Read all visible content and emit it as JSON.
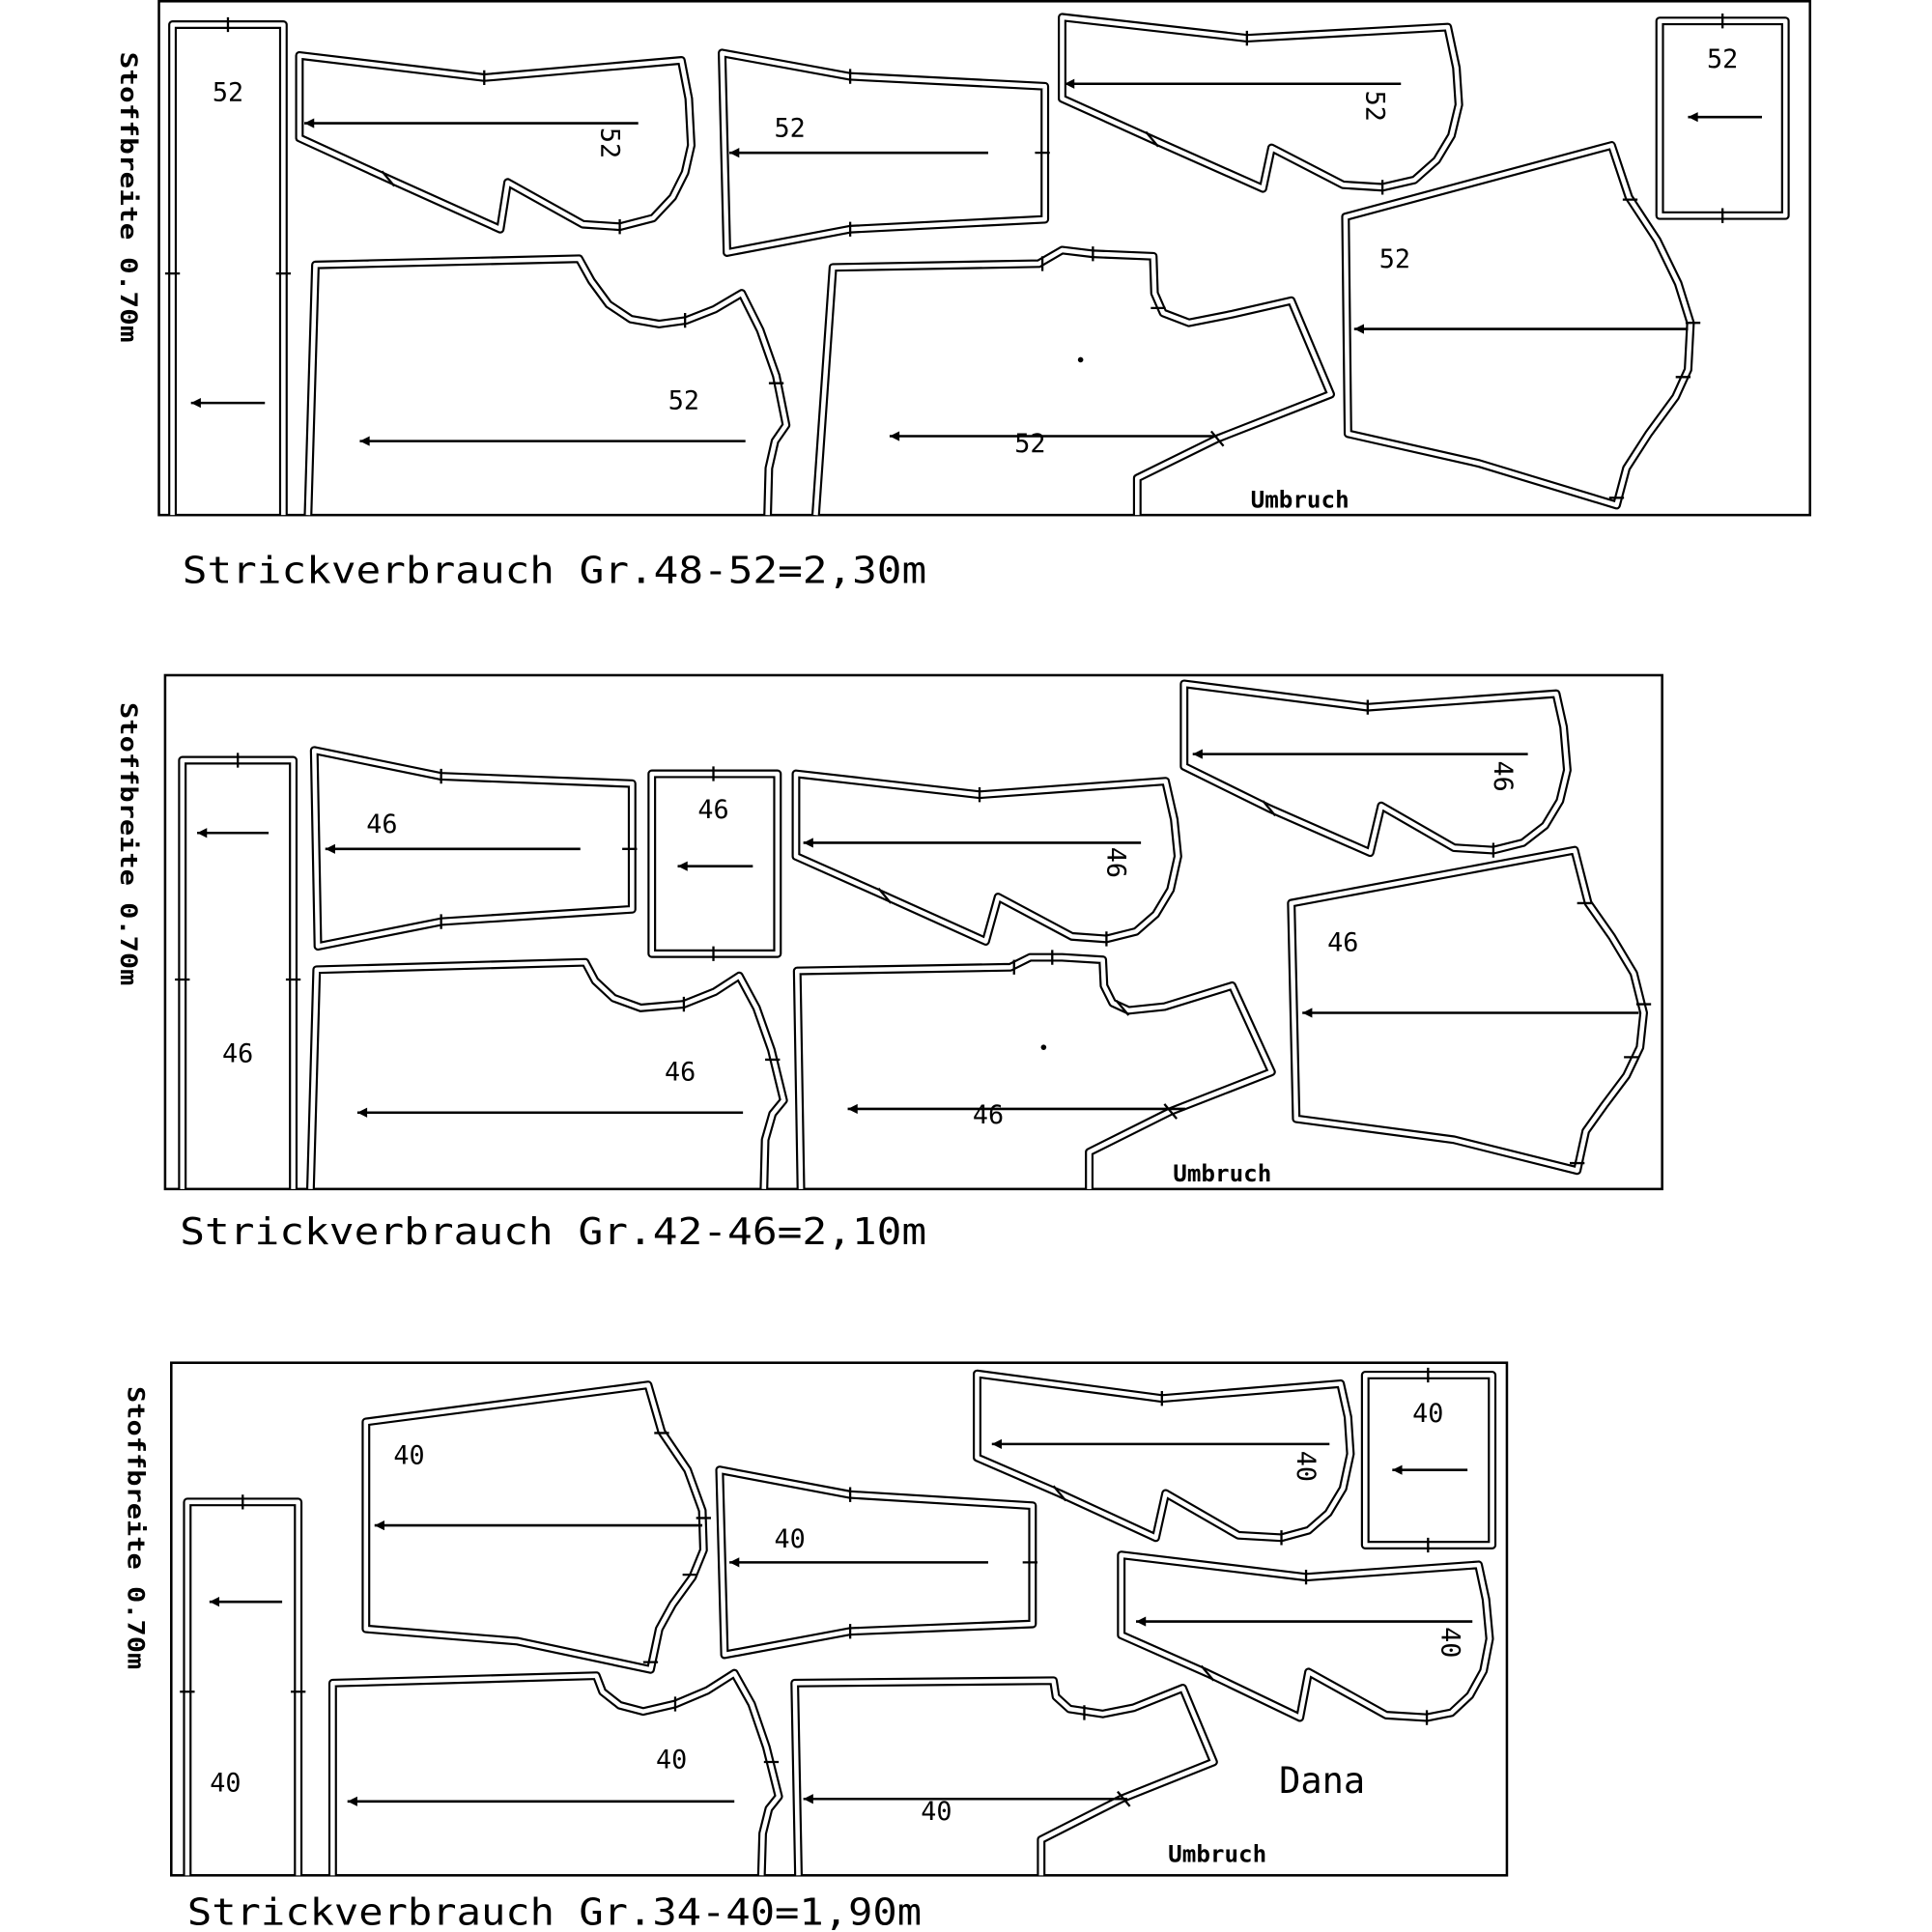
{
  "colors": {
    "line": "#000000",
    "paper": "#ffffff"
  },
  "layouts": [
    {
      "fabric_width": "Stoffbreite 0.70m",
      "consumption": "Strickverbrauch Gr.48-52=2,30m",
      "size": "52",
      "fold": "Umbruch"
    },
    {
      "fabric_width": "Stoffbreite 0.70m",
      "consumption": "Strickverbrauch Gr.42-46=2,10m",
      "size": "46",
      "fold": "Umbruch"
    },
    {
      "fabric_width": "Stoffbreite 0.70m",
      "consumption": "Strickverbrauch Gr.34-40=1,90m",
      "size": "40",
      "fold": "Umbruch",
      "designer": "Dana"
    }
  ]
}
